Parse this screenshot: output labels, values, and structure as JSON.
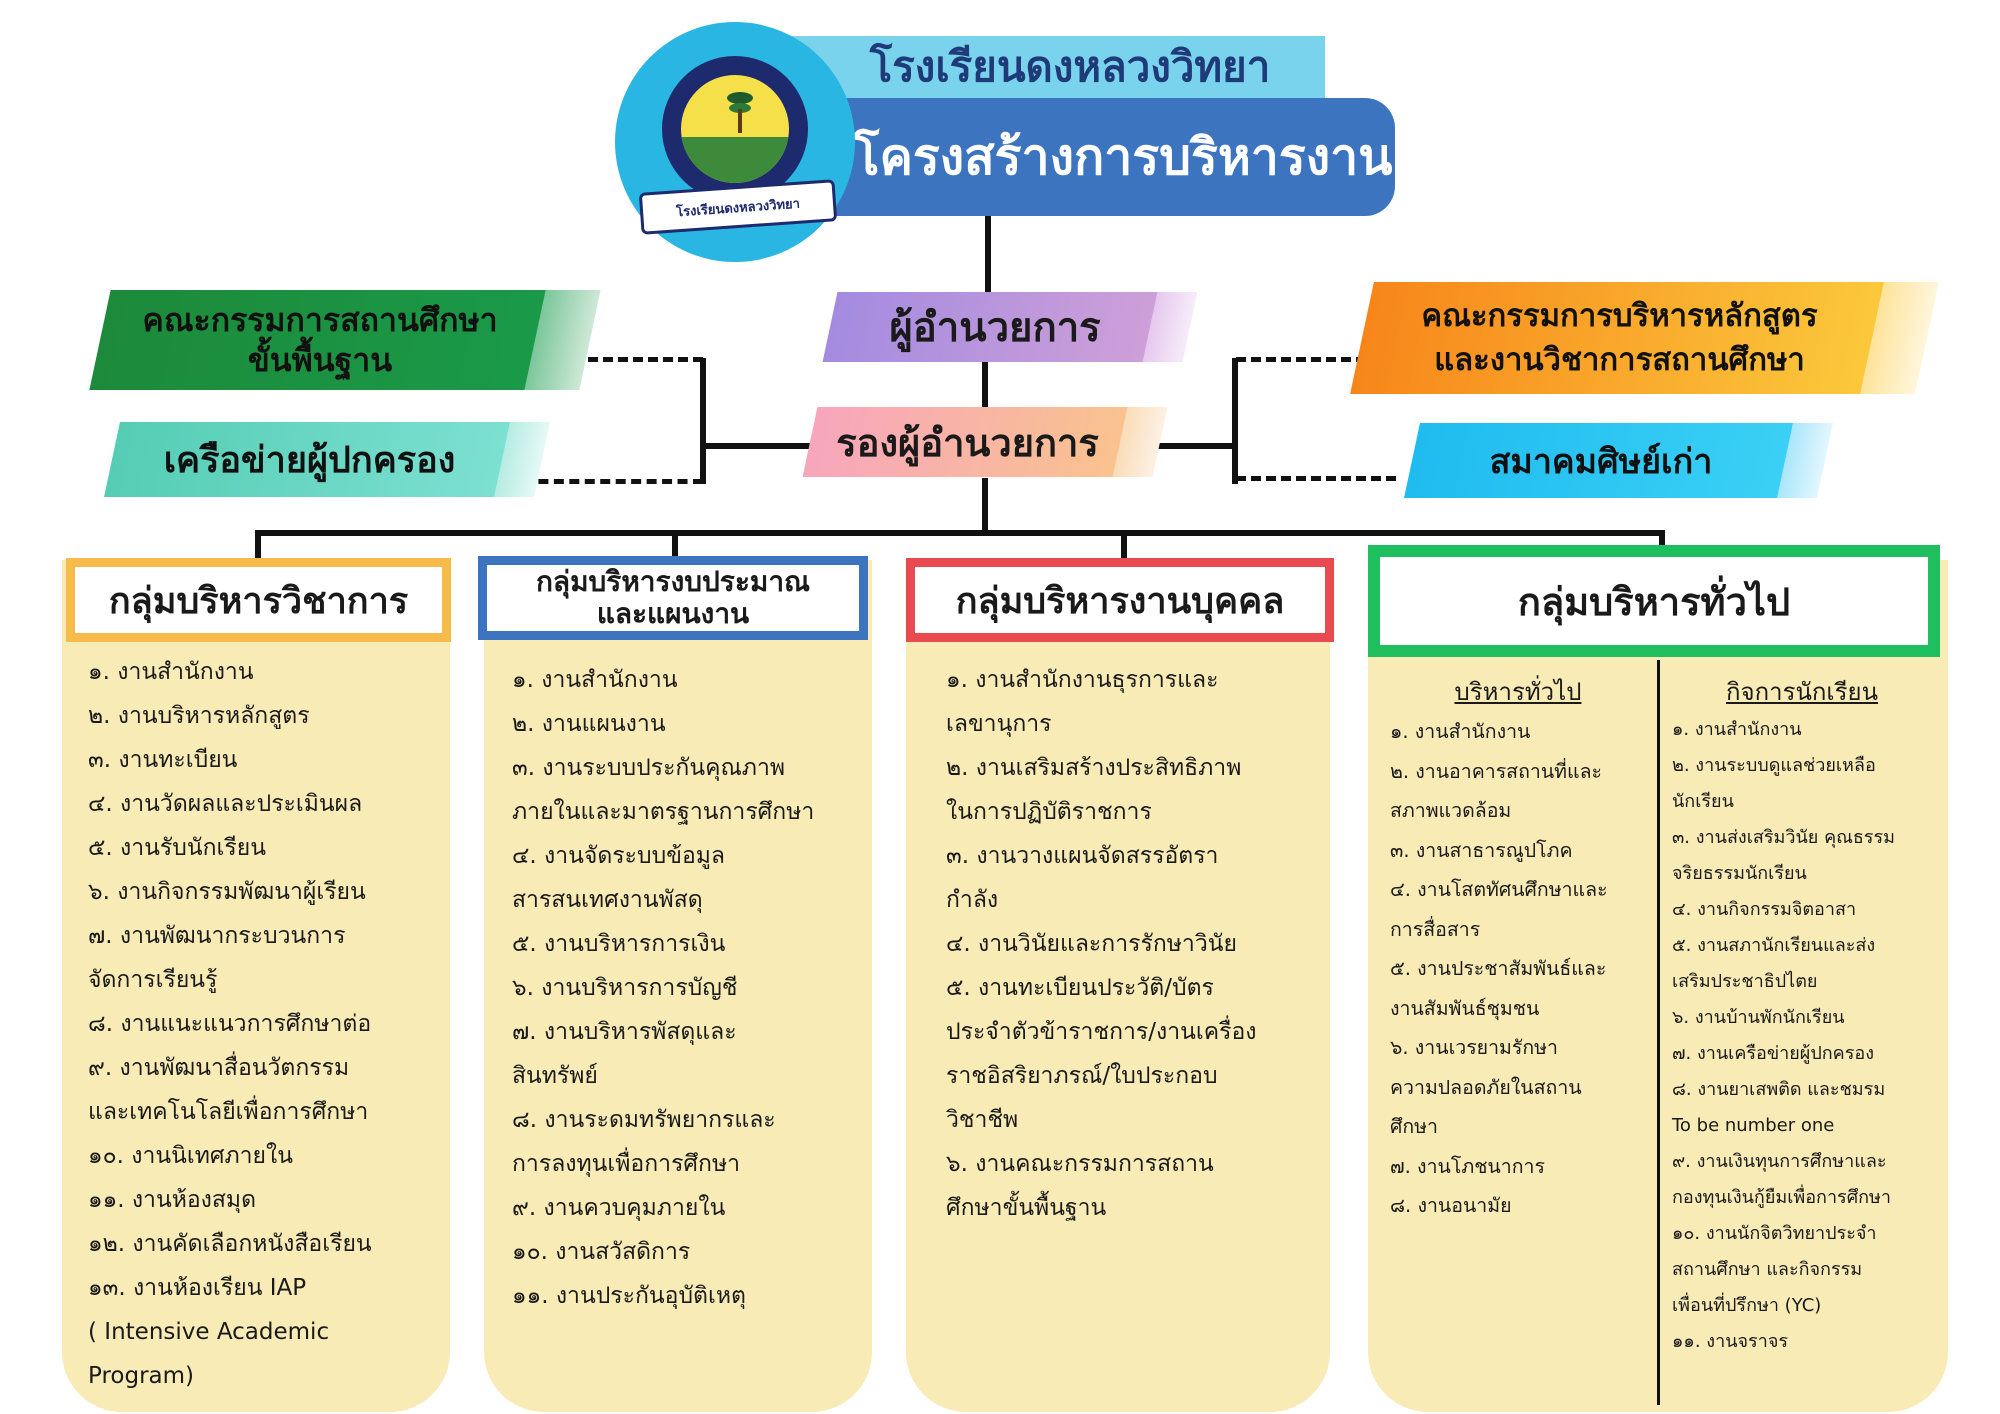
{
  "header": {
    "school_name": "โรงเรียนดงหลวงวิทยา",
    "title": "โครงสร้างการบริหารงาน",
    "logo_ribbon": "โรงเรียนดงหลวงวิทยา"
  },
  "nodes": {
    "director": "ผู้อำนวยการ",
    "deputy": "รองผู้อำนวยการ",
    "basic_board": [
      "คณะกรรมการสถานศึกษา",
      "ขั้นพื้นฐาน"
    ],
    "parent_network": "เครือข่ายผู้ปกครอง",
    "curriculum_board": [
      "คณะกรรมการบริหารหลักสูตร",
      "และงานวิชาการสถานศึกษา"
    ],
    "alumni": "สมาคมศิษย์เก่า"
  },
  "colors": {
    "director": "#a98fdc",
    "deputy": "#f7a8b8",
    "green": "#1e8f3e",
    "teal": "#5fd0c0",
    "orange": "#f89a1c",
    "cyan": "#29c4f0",
    "panel": "#f8ebb6",
    "academic_border": "#f7bc4a",
    "budget_border": "#3c74bf",
    "personnel_border": "#e84a4f",
    "general_border": "#1fbf5f"
  },
  "groups": {
    "academic": {
      "title": "กลุ่มบริหารวิชาการ",
      "items": [
        "๑. งานสำนักงาน",
        "๒. งานบริหารหลักสูตร",
        "๓. งานทะเบียน",
        "๔. งานวัดผลและประเมินผล",
        "๕. งานรับนักเรียน",
        "๖. งานกิจกรรมพัฒนาผู้เรียน",
        "๗. งานพัฒนากระบวนการ",
        "จัดการเรียนรู้",
        "๘. งานแนะแนวการศึกษาต่อ",
        "๙. งานพัฒนาสื่อนวัตกรรม",
        "และเทคโนโลยีเพื่อการศึกษา",
        "๑๐. งานนิเทศภายใน",
        "๑๑. งานห้องสมุด",
        "๑๒. งานคัดเลือกหนังสือเรียน",
        "๑๓. งานห้องเรียน IAP",
        "( Intensive Academic",
        "Program)"
      ]
    },
    "budget": {
      "title": [
        "กลุ่มบริหารงบประมาณ",
        "และแผนงาน"
      ],
      "items": [
        "๑. งานสำนักงาน",
        "๒. งานแผนงาน",
        "๓. งานระบบประกันคุณภาพ",
        "ภายในและมาตรฐานการศึกษา",
        "๔. งานจัดระบบข้อมูล",
        "สารสนเทศงานพัสดุ",
        "๕. งานบริหารการเงิน",
        "๖. งานบริหารการบัญชี",
        "๗. งานบริหารพัสดุและ",
        "สินทรัพย์",
        "๘. งานระดมทรัพยากรและ",
        "การลงทุนเพื่อการศึกษา",
        "๙. งานควบคุมภายใน",
        "๑๐. งานสวัสดิการ",
        "๑๑. งานประกันอุบัติเหตุ"
      ]
    },
    "personnel": {
      "title": "กลุ่มบริหารงานบุคคล",
      "items": [
        "๑. งานสำนักงานธุรการและ",
        "เลขานุการ",
        "๒. งานเสริมสร้างประสิทธิภาพ",
        "ในการปฏิบัติราชการ",
        "๓. งานวางแผนจัดสรรอัตรา",
        "กำลัง",
        "๔. งานวินัยและการรักษาวินัย",
        "๕. งานทะเบียนประวัติ/บัตร",
        "ประจำตัวข้าราชการ/งานเครื่อง",
        "ราชอิสริยาภรณ์/ใบประกอบ",
        "วิชาชีพ",
        "๖. งานคณะกรรมการสถาน",
        "ศึกษาขั้นพื้นฐาน"
      ]
    },
    "general": {
      "title": "กลุ่มบริหารทั่วไป",
      "admin": {
        "heading": "บริหารทั่วไป",
        "items": [
          "๑. งานสำนักงาน",
          "๒. งานอาคารสถานที่และ",
          "สภาพแวดล้อม",
          "๓. งานสาธารณูปโภค",
          "๔. งานโสตทัศนศึกษาและ",
          "การสื่อสาร",
          "๕. งานประชาสัมพันธ์และ",
          "งานสัมพันธ์ชุมชน",
          "๖. งานเวรยามรักษา",
          "ความปลอดภัยในสถาน",
          "ศึกษา",
          "๗. งานโภชนาการ",
          "๘. งานอนามัย"
        ]
      },
      "student": {
        "heading": "กิจการนักเรียน",
        "items": [
          "๑. งานสำนักงาน",
          "๒. งานระบบดูแลช่วยเหลือ",
          "นักเรียน",
          "๓. งานส่งเสริมวินัย คุณธรรม",
          "จริยธรรมนักเรียน",
          "๔. งานกิจกรรมจิตอาสา",
          "๕. งานสภานักเรียนและส่ง",
          "เสริมประชาธิปไตย",
          "๖. งานบ้านพักนักเรียน",
          "๗. งานเครือข่ายผู้ปกครอง",
          "๘. งานยาเสพติด และชมรม",
          "To be number one",
          "๙. งานเงินทุนการศึกษาและ",
          "กองทุนเงินกู้ยืมเพื่อการศึกษา",
          "๑๐. งานนักจิตวิทยาประจำ",
          "สถานศึกษา และกิจกรรม",
          "เพื่อนที่ปรึกษา (YC)",
          "๑๑. งานจราจร"
        ]
      }
    }
  }
}
